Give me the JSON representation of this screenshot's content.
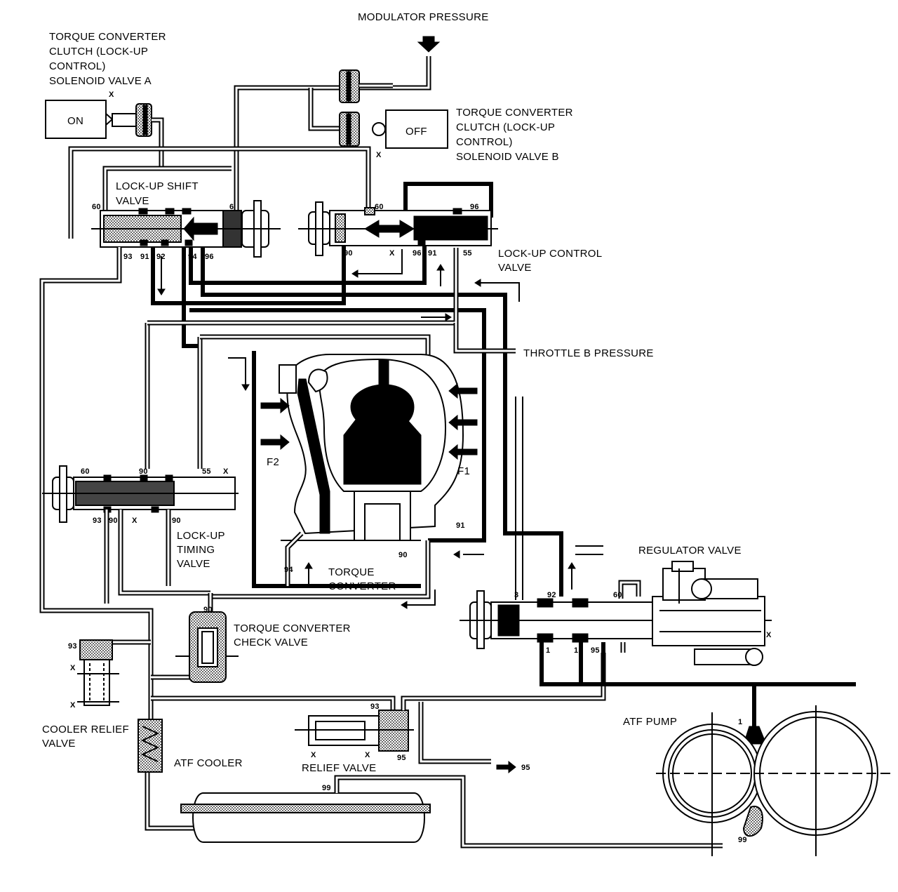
{
  "labels": {
    "modulator_pressure": "MODULATOR PRESSURE",
    "solenoid_a_1": "TORQUE CONVERTER",
    "solenoid_a_2": "CLUTCH (LOCK-UP",
    "solenoid_a_3": "CONTROL)",
    "solenoid_a_4": "SOLENOID VALVE A",
    "solenoid_a_state": "ON",
    "solenoid_b_1": "TORQUE CONVERTER",
    "solenoid_b_2": "CLUTCH (LOCK-UP",
    "solenoid_b_3": "CONTROL)",
    "solenoid_b_4": "SOLENOID VALVE B",
    "solenoid_b_state": "OFF",
    "lockup_shift_1": "LOCK-UP SHIFT",
    "lockup_shift_2": "VALVE",
    "lockup_control_1": "LOCK-UP CONTROL",
    "lockup_control_2": "VALVE",
    "throttle_b": "THROTTLE B PRESSURE",
    "f1": "F1",
    "f2": "F2",
    "lockup_timing_1": "LOCK-UP",
    "lockup_timing_2": "TIMING",
    "lockup_timing_3": "VALVE",
    "torque_converter_1": "TORQUE",
    "torque_converter_2": "CONVERTER",
    "regulator_valve": "REGULATOR VALVE",
    "tc_check_1": "TORQUE CONVERTER",
    "tc_check_2": "CHECK VALVE",
    "cooler_relief_1": "COOLER RELIEF",
    "cooler_relief_2": "VALVE",
    "atf_cooler": "ATF COOLER",
    "relief_valve": "RELIEF VALVE",
    "atf_pump": "ATF PUMP"
  },
  "ports": {
    "sa_x": "X",
    "sb_x": "X",
    "ls_60": "60",
    "ls_6": "6",
    "ls_93": "93",
    "ls_91": "91",
    "ls_92": "92",
    "ls_94": "94",
    "ls_96": "96",
    "lc_60": "60",
    "lc_96": "96",
    "lc_90": "90",
    "lc_x": "X",
    "lc_96b": "96",
    "lc_91": "91",
    "lc_55": "55",
    "lt_60": "60",
    "lt_90": "90",
    "lt_55": "55",
    "lt_x": "X",
    "lt_93": "93",
    "lt_90b": "90",
    "lt_x2": "X",
    "lt_90c": "90",
    "tc_91": "91",
    "tc_94": "94",
    "tc_90": "90",
    "chk_90": "90",
    "cr_93": "93",
    "cr_x1": "X",
    "cr_x2": "X",
    "rv_93": "93",
    "rv_x1": "X",
    "rv_x2": "X",
    "rv_95": "95",
    "out_95": "95",
    "sump_99": "99",
    "reg_3": "3",
    "reg_92": "92",
    "reg_60": "60",
    "reg_1a": "1",
    "reg_1b": "1",
    "reg_95": "95",
    "reg_x": "X",
    "pump_1": "1",
    "pump_99": "99"
  }
}
